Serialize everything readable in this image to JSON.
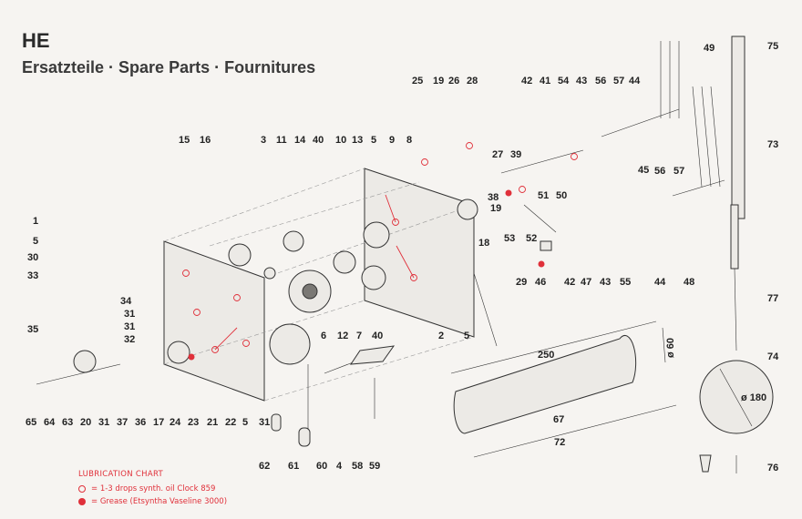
{
  "header": {
    "title": "HE",
    "subtitle": "Ersatzteile · Spare Parts · Fournitures"
  },
  "legend": {
    "heading": "LUBRICATION CHART",
    "oil": "= 1-3 drops synth. oil Clock 859",
    "grease": "= Grease (Etsyntha Vaseline 3000)"
  },
  "dimensions": {
    "length": "250",
    "diameter": "ø 60",
    "pendulum_diameter": "ø 180"
  },
  "part_labels": {
    "top_right": [
      "49",
      "75",
      "73",
      "77",
      "74",
      "76"
    ],
    "top_middle": [
      "25",
      "19",
      "26",
      "28",
      "27",
      "42",
      "41",
      "54",
      "43",
      "56",
      "57",
      "44",
      "45",
      "56",
      "57",
      "39",
      "38",
      "19",
      "18",
      "51",
      "50",
      "53",
      "52",
      "46",
      "42",
      "47",
      "43",
      "55",
      "44",
      "48",
      "29"
    ],
    "top_left": [
      "15",
      "16",
      "3",
      "11",
      "14",
      "40",
      "10",
      "13",
      "5",
      "9",
      "8"
    ],
    "left": [
      "1",
      "5",
      "30",
      "33",
      "34",
      "31",
      "31",
      "35",
      "32"
    ],
    "bottom": [
      "65",
      "64",
      "63",
      "20",
      "31",
      "37",
      "36",
      "17",
      "24",
      "23",
      "21",
      "22",
      "5",
      "31",
      "62",
      "61",
      "60",
      "4",
      "58",
      "59",
      "6",
      "12",
      "7",
      "40",
      "2",
      "5",
      "67",
      "72"
    ]
  },
  "colors": {
    "lubrication_marker": "#e0303a"
  }
}
